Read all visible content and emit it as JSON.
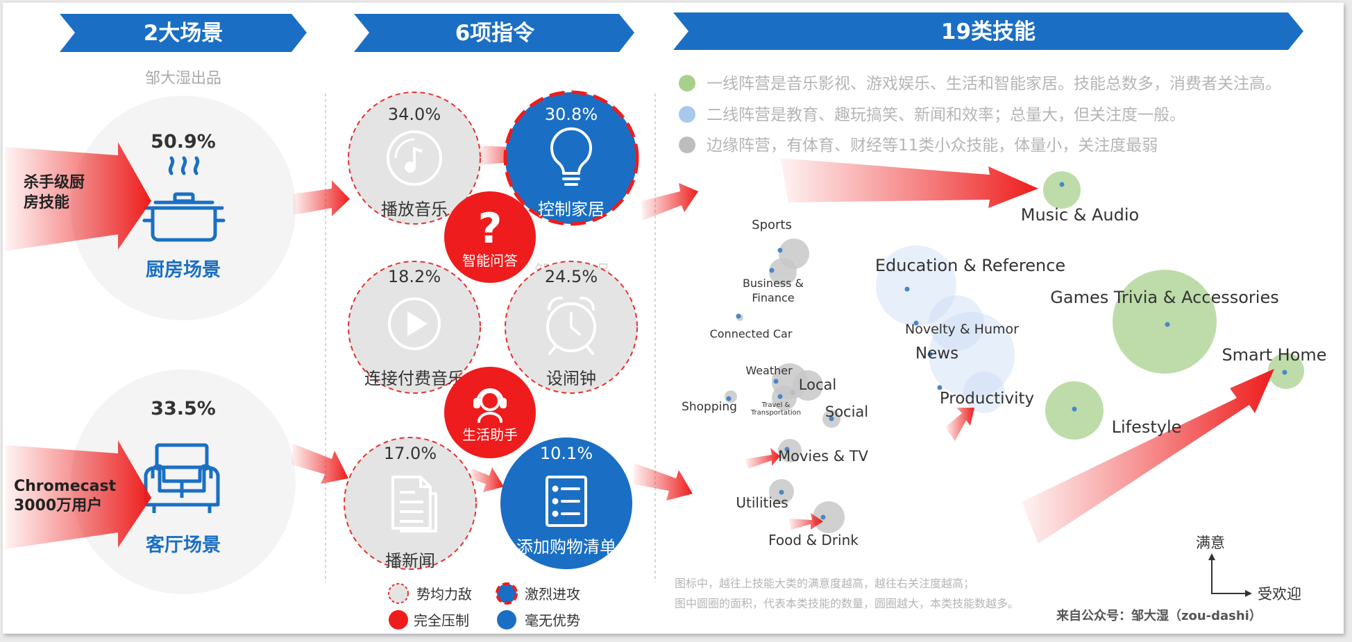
{
  "headers": {
    "scenes": "2大场景",
    "commands": "6项指令",
    "skills": "19类技能"
  },
  "producer": "邹大湿出品",
  "watermark": "邹大湿出品",
  "scenes": [
    {
      "percent": "50.9%",
      "name": "厨房场景",
      "tag_line1": "杀手级厨",
      "tag_line2": "房技能",
      "icon": "cooking-pot-icon"
    },
    {
      "percent": "33.5%",
      "name": "客厅场景",
      "tag_line1": "Chromecast",
      "tag_line2": "3000万用户",
      "icon": "sofa-icon"
    }
  ],
  "commands": [
    {
      "percent": "34.0%",
      "label": "播放音乐",
      "icon": "music-disc-icon",
      "status": "势均力敌"
    },
    {
      "percent": "30.8%",
      "label": "控制家居",
      "icon": "lightbulb-icon",
      "status": "激烈进攻"
    },
    {
      "percent": "18.2%",
      "label": "连接付费音乐",
      "icon": "play-icon",
      "status": "势均力敌"
    },
    {
      "percent": "24.5%",
      "label": "设闹钟",
      "icon": "alarm-clock-icon",
      "status": "势均力敌"
    },
    {
      "percent": "17.0%",
      "label": "播新闻",
      "icon": "newspaper-icon",
      "status": "势均力敌"
    },
    {
      "percent": "10.1%",
      "label": "添加购物清单",
      "icon": "checklist-icon",
      "status": "毫无优势"
    }
  ],
  "red_badges": [
    {
      "label": "智能问答",
      "icon": "question-mark-icon"
    },
    {
      "label": "生活助手",
      "icon": "assistant-icon"
    }
  ],
  "legend": [
    {
      "label": "势均力敌"
    },
    {
      "label": "激烈进攻"
    },
    {
      "label": "完全压制"
    },
    {
      "label": "毫无优势"
    }
  ],
  "tiers": [
    {
      "text": "一线阵营是音乐影视、游戏娱乐、生活和智能家居。技能总数多，消费者关注高。",
      "color": "#a7d08c"
    },
    {
      "text": "二线阵营是教育、趣玩搞笑、新闻和效率；总量大，但关注度一般。",
      "color": "#a8c8ee"
    },
    {
      "text": "边缘阵营，有体育、财经等11类小众技能，体量小，关注度最弱",
      "color": "#bdbdbd"
    }
  ],
  "colors": {
    "blue": "#1a6fc4",
    "red": "#ee1c1c",
    "first_tier": "#a7d08c",
    "second_tier": "#c9dcf3",
    "edge_tier": "#c8c8c8",
    "light_gray": "#e4e4e4"
  },
  "bubbles": [
    {
      "name": "Music & Audio",
      "tier": "first"
    },
    {
      "name": "Games Trivia & Accessories",
      "tier": "first"
    },
    {
      "name": "Smart Home",
      "tier": "first"
    },
    {
      "name": "Lifestyle",
      "tier": "first"
    },
    {
      "name": "Education & Reference",
      "tier": "second"
    },
    {
      "name": "Novelty & Humor",
      "tier": "second"
    },
    {
      "name": "News",
      "tier": "second"
    },
    {
      "name": "Productivity",
      "tier": "second"
    },
    {
      "name": "Sports",
      "tier": "edge"
    },
    {
      "name": "Business & Finance",
      "tier": "edge"
    },
    {
      "name": "Connected Car",
      "tier": "edge"
    },
    {
      "name": "Weather",
      "tier": "edge"
    },
    {
      "name": "Local",
      "tier": "edge"
    },
    {
      "name": "Travel & Transportation",
      "tier": "edge"
    },
    {
      "name": "Shopping",
      "tier": "edge"
    },
    {
      "name": "Social",
      "tier": "edge"
    },
    {
      "name": "Movies & TV",
      "tier": "edge"
    },
    {
      "name": "Utilities",
      "tier": "edge"
    },
    {
      "name": "Food & Drink",
      "tier": "edge"
    }
  ],
  "axes": {
    "y_label": "满意",
    "x_label": "受欢迎"
  },
  "notes": [
    "图标中，越往上技能大类的满意度越高，越往右关注度越高；",
    "图中圆圈的面积，代表本类技能的数量，圆圈越大，本类技能数越多。"
  ],
  "source": "来自公众号：邹大湿（zou-dashi）"
}
